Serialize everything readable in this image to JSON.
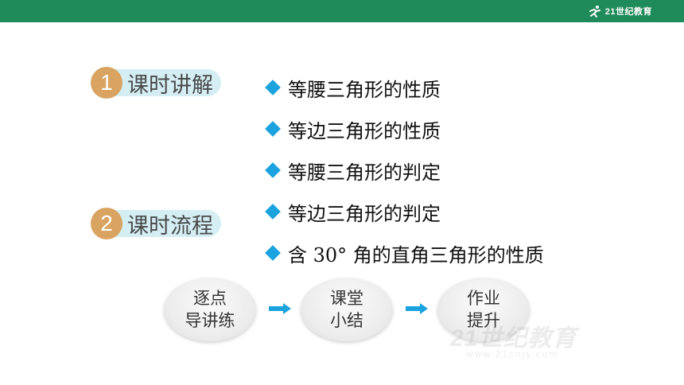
{
  "header": {
    "brand_text": "21世纪教育",
    "background_color": "#1f8a5a"
  },
  "sections": [
    {
      "number": "1",
      "label": "课时讲解"
    },
    {
      "number": "2",
      "label": "课时流程"
    }
  ],
  "topics": [
    "等腰三角形的性质",
    "等边三角形的性质",
    "等腰三角形的判定",
    "等边三角形的判定",
    "含 30° 角的直角三角形的性质"
  ],
  "flow": [
    {
      "line1": "逐点",
      "line2": "导讲练"
    },
    {
      "line1": "课堂",
      "line2": "小结"
    },
    {
      "line1": "作业",
      "line2": "提升"
    }
  ],
  "watermark": {
    "text": "21世纪教育",
    "url": "www.21cnjy.com"
  },
  "colors": {
    "accent_gold": "#d9a462",
    "label_bg": "#d4eef4",
    "bullet_blue": "#1aa3de"
  }
}
